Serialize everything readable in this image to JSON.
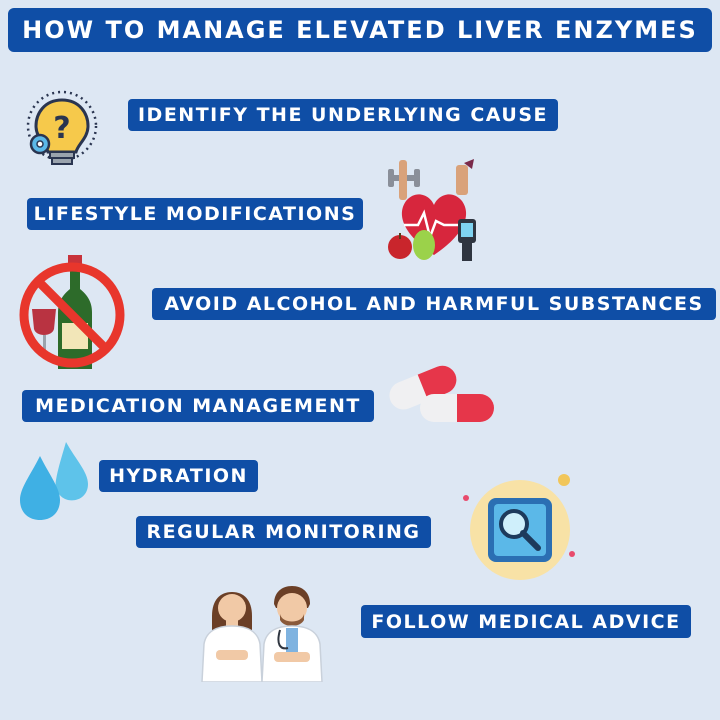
{
  "title": "HOW TO MANAGE ELEVATED LIVER ENZYMES",
  "steps": [
    {
      "label": "IDENTIFY THE UNDERLYING CAUSE",
      "icon": "lightbulb-question-icon"
    },
    {
      "label": "LIFESTYLE MODIFICATIONS",
      "icon": "fitness-heart-icon"
    },
    {
      "label": "AVOID ALCOHOL AND HARMFUL SUBSTANCES",
      "icon": "no-alcohol-icon"
    },
    {
      "label": "MEDICATION MANAGEMENT",
      "icon": "capsule-icon"
    },
    {
      "label": "HYDRATION",
      "icon": "water-drops-icon"
    },
    {
      "label": "REGULAR MONITORING",
      "icon": "magnifier-monitor-icon"
    },
    {
      "label": "FOLLOW MEDICAL ADVICE",
      "icon": "doctors-icon"
    }
  ],
  "colors": {
    "background": "#dde7f3",
    "banner": "#0f4ea6",
    "text": "#ffffff"
  }
}
